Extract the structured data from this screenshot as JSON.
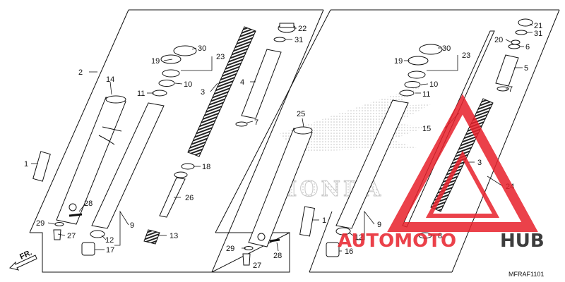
{
  "diagram": {
    "parts_left": [
      {
        "id": "p2",
        "label": "2"
      },
      {
        "id": "p14",
        "label": "14"
      },
      {
        "id": "p1",
        "label": "1"
      },
      {
        "id": "p28",
        "label": "28"
      },
      {
        "id": "p29",
        "label": "29"
      },
      {
        "id": "p27",
        "label": "27"
      },
      {
        "id": "p12",
        "label": "12"
      },
      {
        "id": "p17",
        "label": "17"
      },
      {
        "id": "p9",
        "label": "9"
      },
      {
        "id": "p19",
        "label": "19"
      },
      {
        "id": "p30",
        "label": "30"
      },
      {
        "id": "p23",
        "label": "23"
      },
      {
        "id": "p10",
        "label": "10"
      },
      {
        "id": "p11",
        "label": "11"
      },
      {
        "id": "p3",
        "label": "3"
      },
      {
        "id": "p18",
        "label": "18"
      },
      {
        "id": "p26",
        "label": "26"
      },
      {
        "id": "p13",
        "label": "13"
      },
      {
        "id": "p22",
        "label": "22"
      },
      {
        "id": "p31",
        "label": "31"
      },
      {
        "id": "p4",
        "label": "4"
      },
      {
        "id": "p7",
        "label": "7"
      }
    ],
    "parts_right": [
      {
        "id": "p25",
        "label": "25"
      },
      {
        "id": "p1b",
        "label": "1"
      },
      {
        "id": "p9b",
        "label": "9"
      },
      {
        "id": "p12b",
        "label": "12"
      },
      {
        "id": "p16",
        "label": "16"
      },
      {
        "id": "p29b",
        "label": "29"
      },
      {
        "id": "p28b",
        "label": "28"
      },
      {
        "id": "p27b",
        "label": "27"
      },
      {
        "id": "p19b",
        "label": "19"
      },
      {
        "id": "p30b",
        "label": "30"
      },
      {
        "id": "p23b",
        "label": "23"
      },
      {
        "id": "p10b",
        "label": "10"
      },
      {
        "id": "p11b",
        "label": "11"
      },
      {
        "id": "p15",
        "label": "15"
      },
      {
        "id": "p3b",
        "label": "3"
      },
      {
        "id": "p24",
        "label": "24"
      },
      {
        "id": "p8",
        "label": "8"
      },
      {
        "id": "p21",
        "label": "21"
      },
      {
        "id": "p31b",
        "label": "31"
      },
      {
        "id": "p20",
        "label": "20"
      },
      {
        "id": "p6",
        "label": "6"
      },
      {
        "id": "p5",
        "label": "5"
      },
      {
        "id": "p7b",
        "label": "7"
      }
    ],
    "direction_label": "FR.",
    "diagram_code": "MFRAF1101",
    "background_logo_text": "HONDA",
    "watermark": {
      "part1": "AUTOMOTO",
      "part2": "HUB",
      "color_main": "#e8212b",
      "color_dark": "#1c1c1c"
    }
  }
}
